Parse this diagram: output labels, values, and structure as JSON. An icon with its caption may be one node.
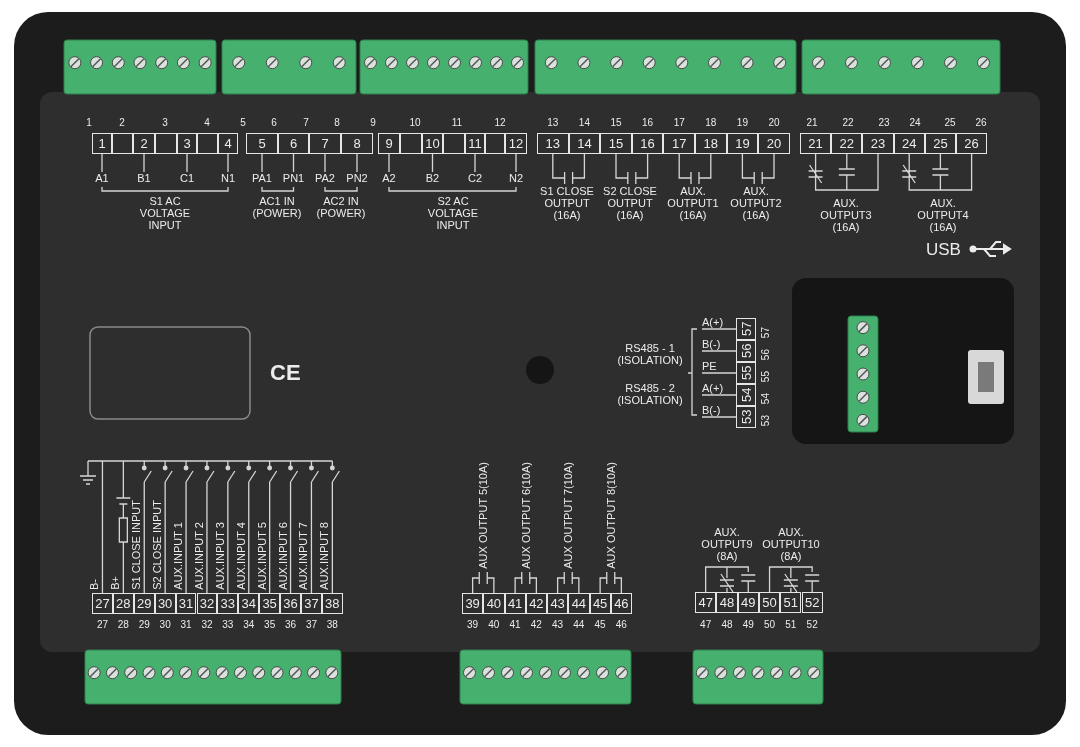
{
  "diagram": {
    "nodes": [
      {
        "text": [
          "1"
        ]
      },
      {
        "text": [],
        "shape": "box"
      },
      {
        "text": [
          "2"
        ]
      },
      {
        "text": [],
        "shape": "box"
      },
      {
        "text": [
          "3"
        ]
      },
      {
        "text": [],
        "shape": "box"
      },
      {
        "text": [
          "4"
        ]
      },
      {
        "text": [
          "5"
        ]
      },
      {
        "text": [
          "6"
        ]
      },
      {
        "text": [
          "7"
        ]
      },
      {
        "text": [
          "8"
        ]
      },
      {
        "text": [
          "9"
        ]
      },
      {
        "text": [],
        "shape": "box"
      },
      {
        "text": [
          "10"
        ]
      },
      {
        "text": [],
        "shape": "box"
      },
      {
        "text": [
          "11"
        ]
      },
      {
        "text": [],
        "shape": "box"
      },
      {
        "text": [
          "12"
        ]
      },
      {
        "text": [
          "13"
        ]
      },
      {
        "text": [
          "14"
        ]
      },
      {
        "text": [
          "15"
        ]
      },
      {
        "text": [
          "16"
        ]
      },
      {
        "text": [
          "17"
        ]
      },
      {
        "text": [
          "18"
        ]
      },
      {
        "text": [
          "19"
        ]
      },
      {
        "text": [
          "20"
        ]
      },
      {
        "text": [
          "21"
        ]
      },
      {
        "text": [
          "22"
        ]
      },
      {
        "text": [
          "23"
        ]
      },
      {
        "text": [
          "24"
        ]
      },
      {
        "text": [
          "25"
        ]
      },
      {
        "text": [
          "26"
        ]
      },
      {
        "text": [
          "A1"
        ]
      },
      {
        "text": [
          "B1"
        ]
      },
      {
        "text": [
          "C1"
        ]
      },
      {
        "text": [
          "N1"
        ]
      },
      {
        "text": [
          "PA1"
        ]
      },
      {
        "text": [
          "PN1"
        ]
      },
      {
        "text": [
          "PA2"
        ]
      },
      {
        "text": [
          "PN2"
        ]
      },
      {
        "text": [
          "A2"
        ]
      },
      {
        "text": [
          "B2"
        ]
      },
      {
        "text": [
          "C2"
        ]
      },
      {
        "text": [
          "N2"
        ]
      },
      {
        "text": [
          "A(+)"
        ]
      },
      {
        "text": [
          "57"
        ]
      },
      {
        "text": [
          "B(-)"
        ]
      },
      {
        "text": [
          "56"
        ]
      },
      {
        "text": [
          "PE"
        ]
      },
      {
        "text": [
          "55"
        ]
      },
      {
        "text": [
          "A(+)"
        ]
      },
      {
        "text": [
          "54"
        ]
      },
      {
        "text": [
          "B(-)"
        ]
      },
      {
        "text": [
          "53"
        ]
      },
      {
        "text": [
          "27"
        ]
      },
      {
        "text": [
          "28"
        ]
      },
      {
        "text": [
          "29"
        ]
      },
      {
        "text": [
          "30"
        ]
      },
      {
        "text": [
          "31"
        ]
      },
      {
        "text": [
          "32"
        ]
      },
      {
        "text": [
          "33"
        ]
      },
      {
        "text": [
          "34"
        ]
      },
      {
        "text": [
          "35"
        ]
      },
      {
        "text": [
          "36"
        ]
      },
      {
        "text": [
          "37"
        ]
      },
      {
        "text": [
          "38"
        ]
      },
      {
        "text": [
          "39"
        ]
      },
      {
        "text": [
          "40"
        ]
      },
      {
        "text": [
          "41"
        ]
      },
      {
        "text": [
          "42"
        ]
      },
      {
        "text": [
          "43"
        ]
      },
      {
        "text": [
          "44"
        ]
      },
      {
        "text": [
          "45"
        ]
      },
      {
        "text": [
          "46"
        ]
      },
      {
        "text": [
          "47"
        ]
      },
      {
        "text": [
          "48"
        ]
      },
      {
        "text": [
          "49"
        ]
      },
      {
        "text": [
          "50"
        ]
      },
      {
        "text": [
          "51"
        ]
      },
      {
        "text": [
          "52"
        ]
      }
    ],
    "edges": [
      {
        "from": 32,
        "to": 0,
        "arrow": "none"
      },
      {
        "from": 33,
        "to": 2,
        "arrow": "none"
      },
      {
        "from": 34,
        "to": 4,
        "arrow": "none"
      },
      {
        "from": 35,
        "to": 6,
        "arrow": "none"
      },
      {
        "from": 36,
        "to": 7,
        "arrow": "none"
      },
      {
        "from": 37,
        "to": 8,
        "arrow": "none"
      },
      {
        "from": 38,
        "to": 9,
        "arrow": "none"
      },
      {
        "from": 39,
        "to": 10,
        "arrow": "none"
      },
      {
        "from": 40,
        "to": 11,
        "arrow": "none"
      },
      {
        "from": 41,
        "to": 13,
        "arrow": "none"
      },
      {
        "from": 42,
        "to": 15,
        "arrow": "none"
      },
      {
        "from": 43,
        "to": 17,
        "arrow": "none"
      },
      {
        "from": 44,
        "to": 45,
        "arrow": "none"
      },
      {
        "from": 46,
        "to": 47,
        "arrow": "none"
      },
      {
        "from": 48,
        "to": 49,
        "arrow": "none"
      },
      {
        "from": 50,
        "to": 51,
        "arrow": "none"
      },
      {
        "from": 52,
        "to": 53,
        "arrow": "none"
      }
    ],
    "labels": [
      "1",
      "2",
      "3",
      "4",
      "5",
      "6",
      "7",
      "8",
      "9",
      "10",
      "11",
      "12",
      "13",
      "14",
      "15",
      "16",
      "17",
      "18",
      "19",
      "20",
      "21",
      "22",
      "23",
      "24",
      "25",
      "26",
      "S1 AC VOLTAGE INPUT",
      "AC1 IN (POWER)",
      "AC2 IN (POWER)",
      "S2 AC VOLTAGE INPUT",
      "S1 CLOSE OUTPUT (16A)",
      "S2 CLOSE OUTPUT (16A)",
      "AUX. OUTPUT1 (16A)",
      "AUX. OUTPUT2 (16A)",
      "AUX. OUTPUT3 (16A)",
      "AUX. OUTPUT4 (16A)",
      "USB",
      "CE",
      "RS485 - 1 (ISOLATION)",
      "RS485 - 2 (ISOLATION)",
      "57",
      "56",
      "55",
      "54",
      "53",
      "B-",
      "B+",
      "S1 CLOSE INPUT",
      "S2 CLOSE INPUT",
      "AUX.INPUT 1",
      "AUX.INPUT 2",
      "AUX.INPUT 3",
      "AUX.INPUT 4",
      "AUX.INPUT 5",
      "AUX.INPUT 6",
      "AUX.INPUT 7",
      "AUX.INPUT 8",
      "AUX OUTPUT 5(10A)",
      "AUX OUTPUT 6(10A)",
      "AUX OUTPUT 7(10A)",
      "AUX OUTPUT 8(10A)",
      "AUX. OUTPUT9 (8A)",
      "AUX. OUTPUT10 (8A)",
      "27",
      "28",
      "29",
      "30",
      "31",
      "32",
      "33",
      "34",
      "35",
      "36",
      "37",
      "38",
      "39",
      "40",
      "41",
      "42",
      "43",
      "44",
      "45",
      "46",
      "47",
      "48",
      "49",
      "50",
      "51",
      "52"
    ]
  }
}
